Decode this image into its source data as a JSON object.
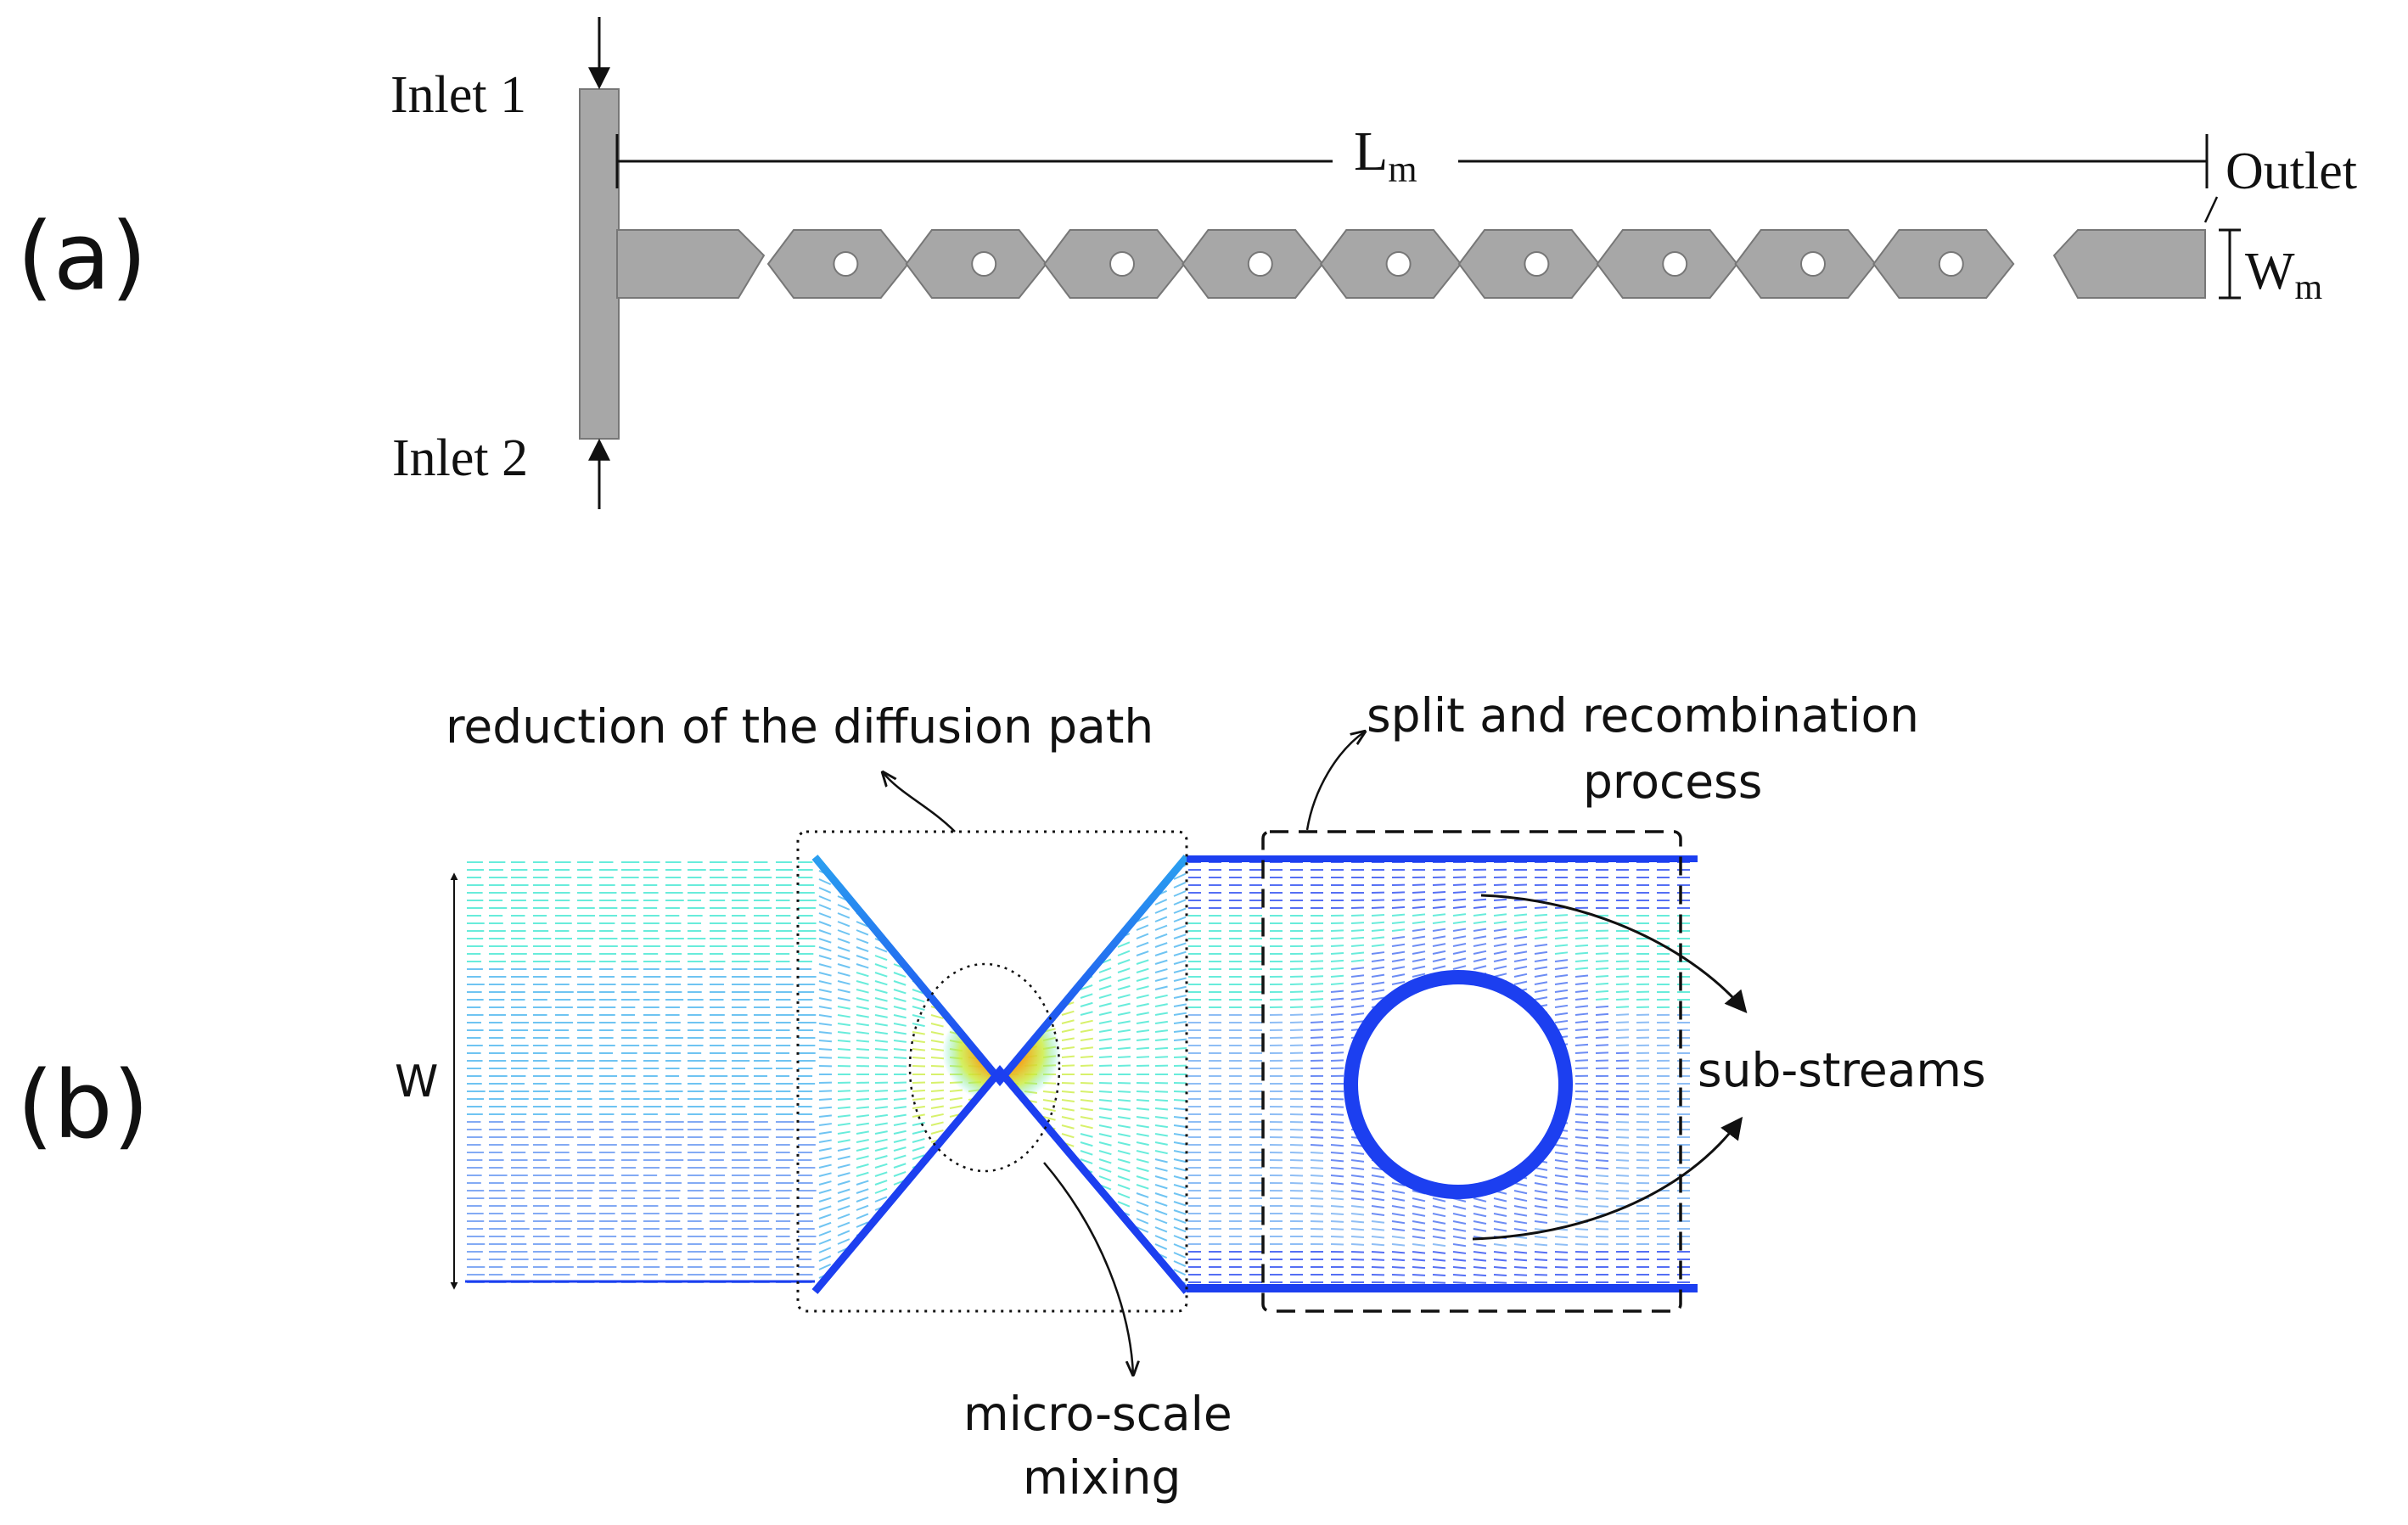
{
  "panel_a": {
    "label": "(a)",
    "inlet1": "Inlet 1",
    "inlet2": "Inlet 2",
    "length_label": "L",
    "length_sub": "m",
    "outlet": "Outlet",
    "width_label": "W",
    "width_sub": "m",
    "channel_color": "#a7a7a7",
    "mixing_units": 9
  },
  "panel_b": {
    "label": "(b)",
    "width_label": "W",
    "annotation_diffusion": "reduction of the diffusion path",
    "annotation_split_line1": "split and recombination",
    "annotation_split_line2": "process",
    "annotation_substreams": "sub-streams",
    "annotation_micro_line1": "micro-scale",
    "annotation_micro_line2": "mixing",
    "colors": {
      "low": "#1c3ff0",
      "mid": "#3fb0ee",
      "high": "#35e6cf",
      "peak": "#e8311c"
    }
  }
}
